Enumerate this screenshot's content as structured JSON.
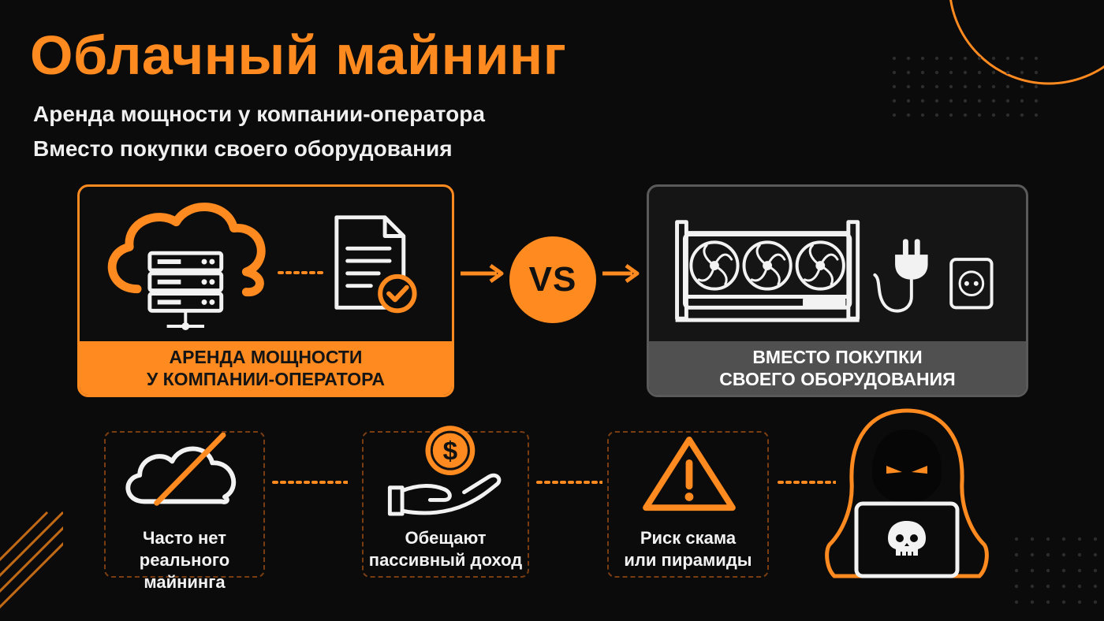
{
  "title": "Облачный майнинг",
  "subtitles": [
    "Аренда мощности у компании-оператора",
    "Вместо покупки своего оборудования"
  ],
  "comparison": {
    "left": {
      "label_lines": [
        "АРЕНДА МОЩНОСТИ",
        "У КОМПАНИИ-ОПЕРАТОРА"
      ],
      "icons": [
        "cloud-server-icon",
        "contract-check-icon"
      ]
    },
    "vs": "VS",
    "right": {
      "label_lines": [
        "ВМЕСТО ПОКУПКИ",
        "СВОЕГО ОБОРУДОВАНИЯ"
      ],
      "icons": [
        "mining-rig-icon",
        "power-plug-icon",
        "power-socket-icon"
      ]
    }
  },
  "risks": [
    {
      "icon": "cloud-crossed-icon",
      "lines": [
        "Часто нет",
        "реального майнинга"
      ]
    },
    {
      "icon": "dollar-hand-icon",
      "lines": [
        "Обещают",
        "пассивный доход"
      ]
    },
    {
      "icon": "warning-icon",
      "lines": [
        "Риск скама",
        "или пирамиды"
      ]
    },
    {
      "icon": "hooded-hacker-icon",
      "lines": []
    }
  ],
  "colors": {
    "accent": "#ff8a1f",
    "background": "#0b0b0b",
    "panel_gray": "#505050",
    "text": "#f2f2f2"
  }
}
